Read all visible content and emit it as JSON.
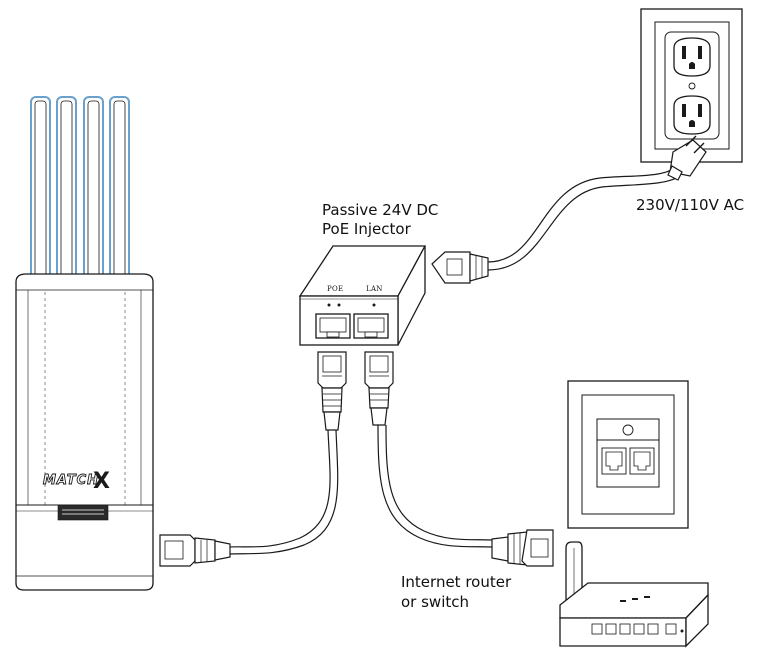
{
  "gateway": {
    "brand_text": "MATCH",
    "brand_accent": "X"
  },
  "injector": {
    "title_line1": "Passive 24V DC",
    "title_line2": "PoE Injector",
    "port_poe": "POE",
    "port_lan": "LAN"
  },
  "outlet": {
    "label": "230V/110V AC"
  },
  "router": {
    "label_line1": "Internet router",
    "label_line2": "or switch"
  },
  "colors": {
    "line": "#1a1a1a",
    "antenna_blue": "#6aa0cc",
    "device_fill": "#ffffff"
  }
}
